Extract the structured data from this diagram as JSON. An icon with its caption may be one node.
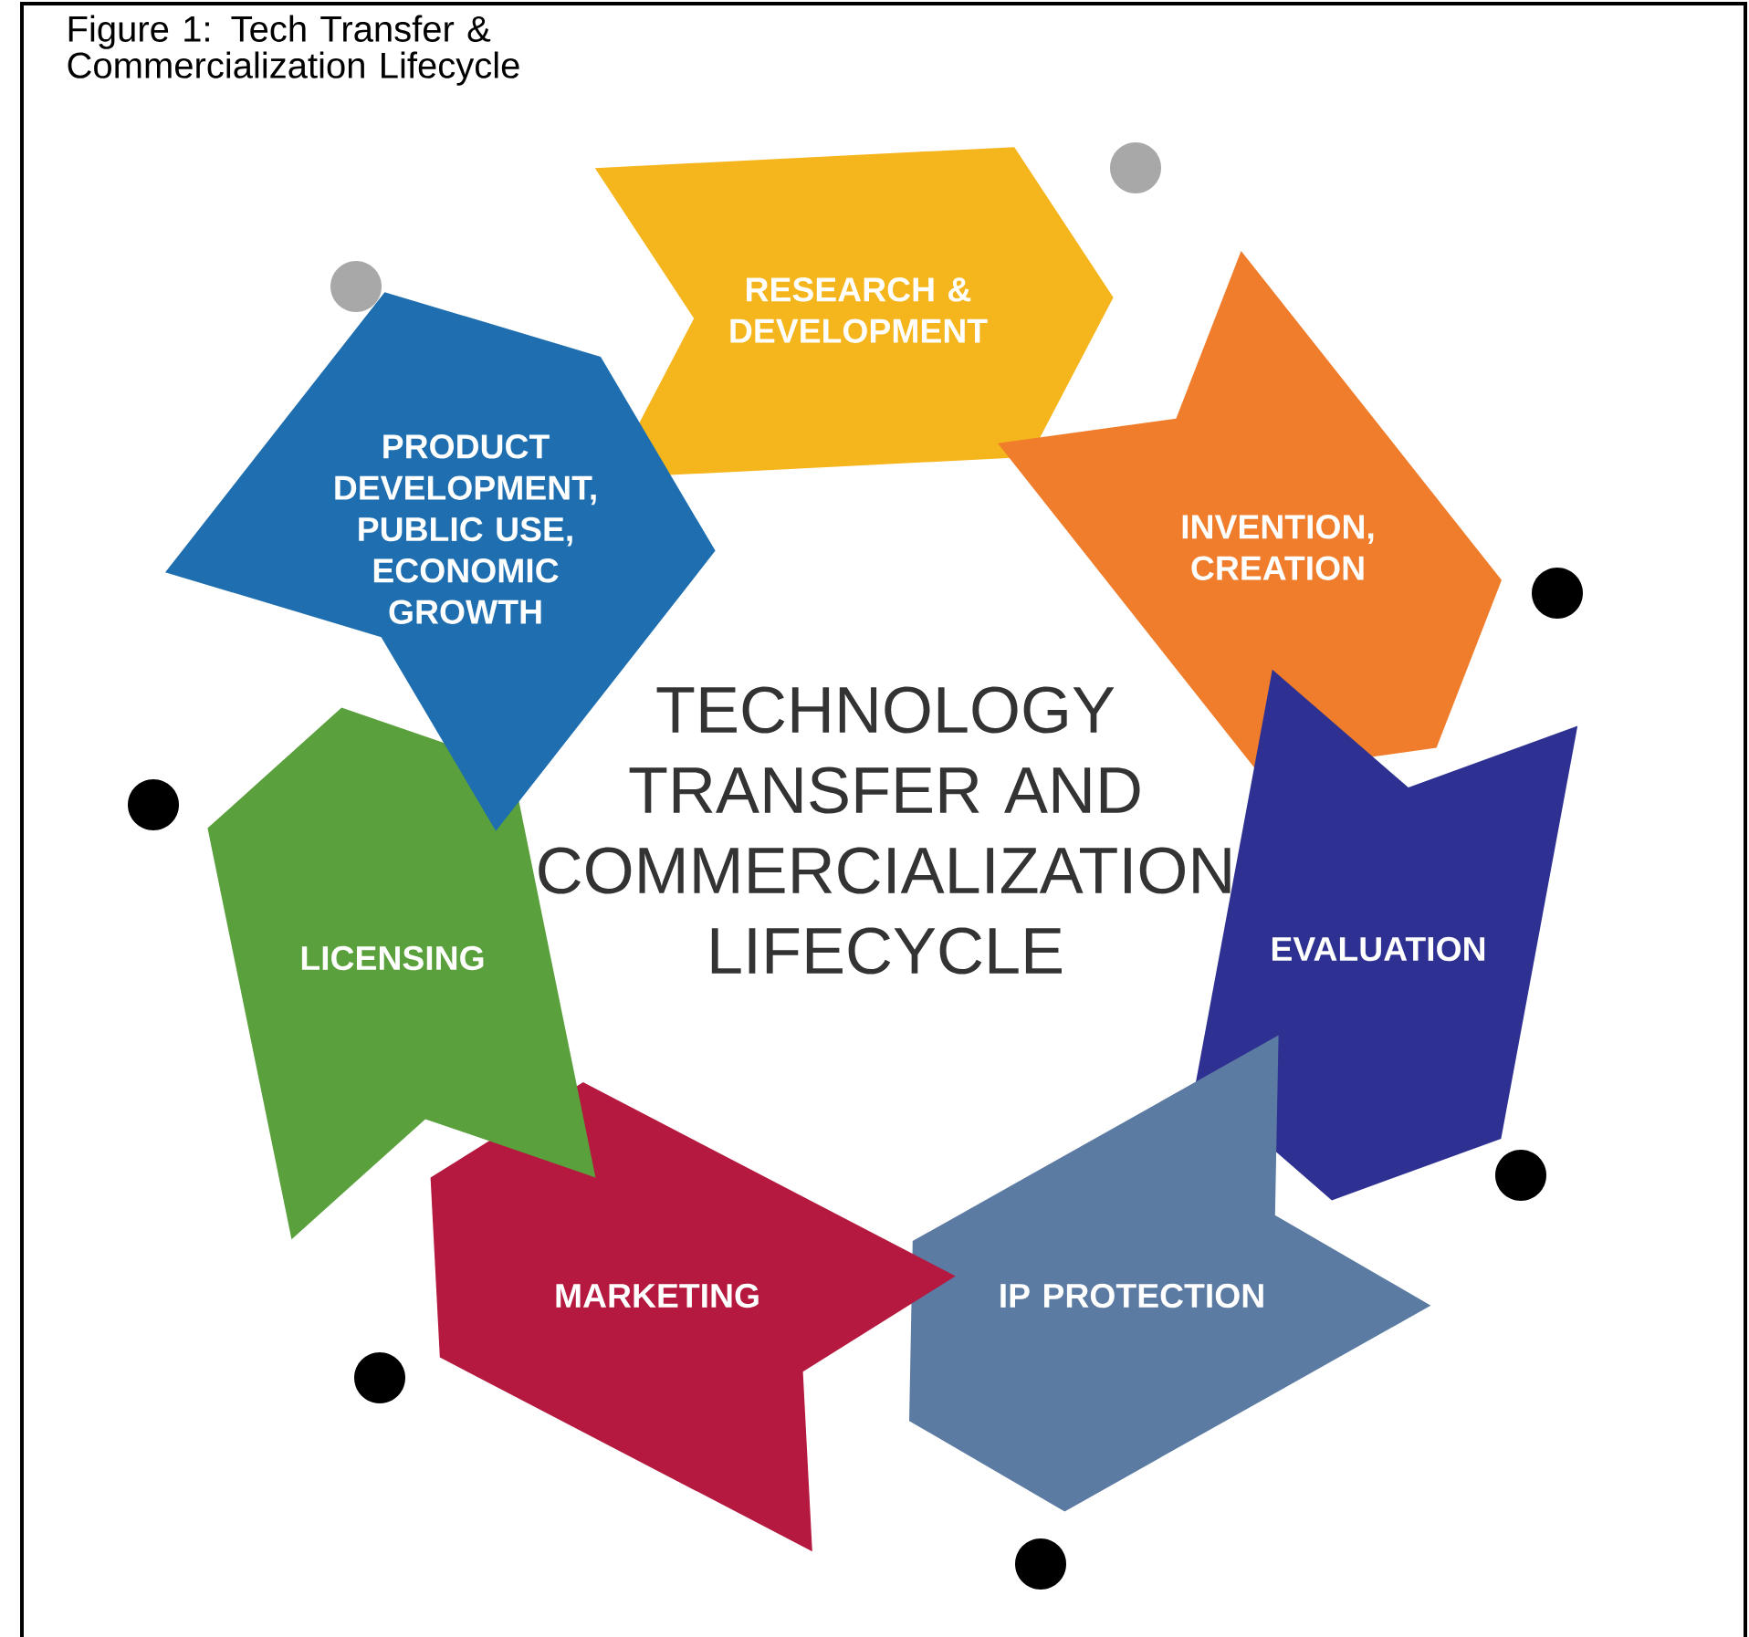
{
  "diagram": {
    "title": "Figure 1: Tech Transfer & Commercialization Lifecycle",
    "nodes": [
      {
        "text": [
          "RESEARCH & DEVELOPMENT"
        ]
      },
      {
        "text": [
          "INVENTION, CREATION"
        ]
      },
      {
        "text": [
          "EVALUATION"
        ]
      },
      {
        "text": [
          "IP PROTECTION"
        ]
      },
      {
        "text": [
          "MARKETING"
        ]
      },
      {
        "text": [
          "LICENSING"
        ]
      },
      {
        "text": [
          "PRODUCT DEVELOPMENT, PUBLIC USE, ECONOMIC GROWTH"
        ]
      }
    ],
    "labels": [
      "TECHNOLOGY TRANSFER AND COMMERCIALIZATION LIFECYCLE"
    ]
  }
}
